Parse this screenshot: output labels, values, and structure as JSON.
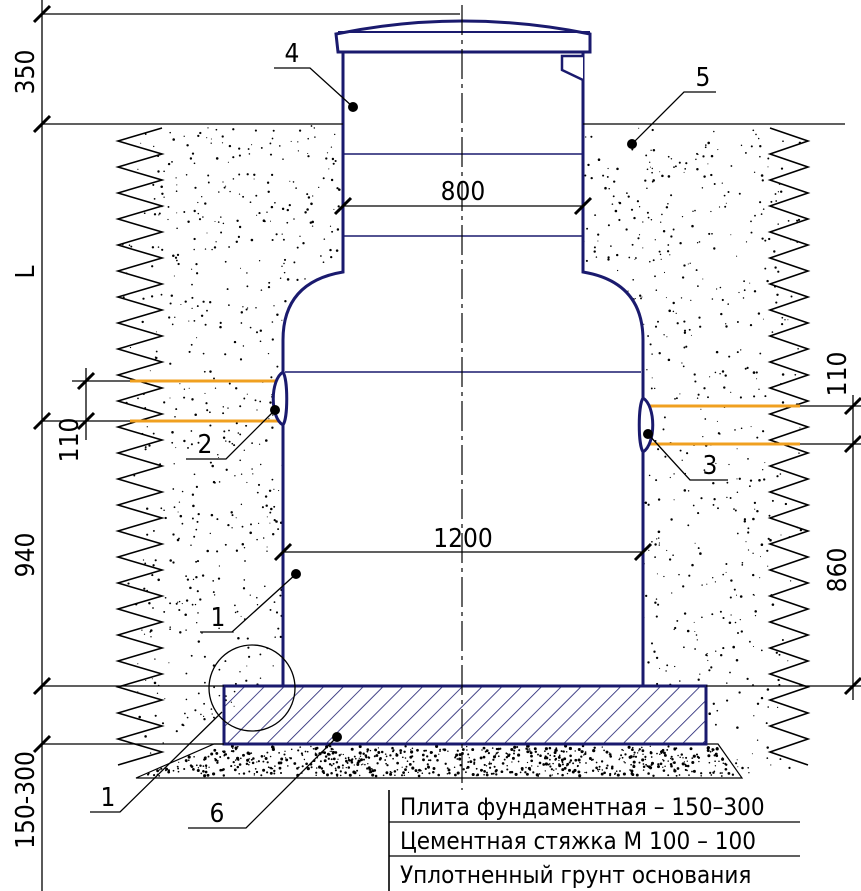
{
  "colors": {
    "well_outline": "#1a1a6e",
    "pipe": "#f0a020",
    "line": "#000000",
    "soil_dot": "#000000",
    "background": "#ffffff"
  },
  "dimensions": {
    "top_height": "350",
    "depth": "L",
    "inlet_pipe": "110",
    "lower_height": "940",
    "base": "150-300",
    "neck_diameter": "800",
    "body_diameter": "1200",
    "outlet_pipe": "110",
    "outlet_height": "860"
  },
  "callouts": {
    "body": "1",
    "inlet_seal": "2",
    "outlet_seal": "3",
    "neck": "4",
    "soil": "5",
    "base_slab": "6",
    "base_detail": "1"
  },
  "layers": [
    "Плита фундаментная – 150–300",
    "Цементная стяжка  М 100  – 100",
    "Уплотненный грунт основания"
  ]
}
